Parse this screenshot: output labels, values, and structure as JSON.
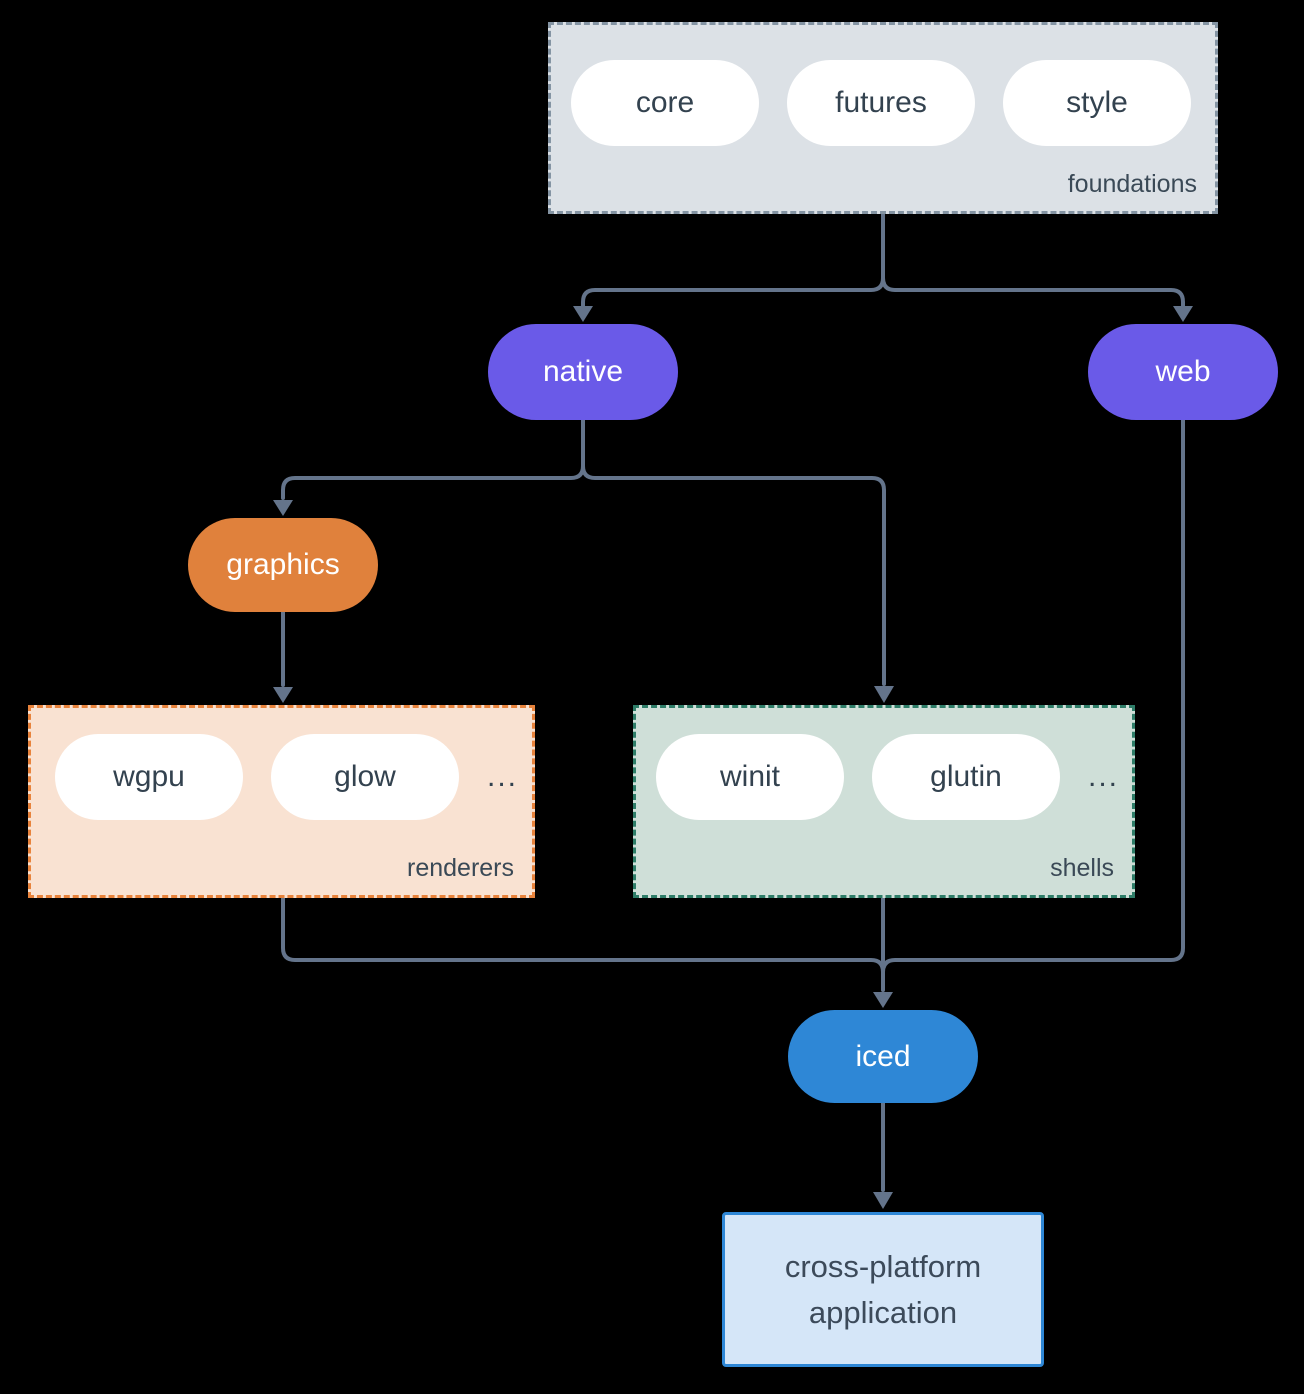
{
  "colors": {
    "background": "#000000",
    "wire": "#64748b",
    "foundations_fill": "#dce1e6",
    "foundations_border": "#8494a3",
    "renderers_fill": "#f9e2d2",
    "renderers_border": "#e8833c",
    "shells_fill": "#cfdfd8",
    "shells_border": "#2e7d68",
    "purple_node": "#6a5ae8",
    "orange_node": "#e0813c",
    "blue_node": "#2e87d6",
    "application_fill": "#d5e6f8",
    "pill_fill": "#ffffff",
    "dark_text": "#33424f"
  },
  "foundations": {
    "label": "foundations",
    "pills": [
      "core",
      "futures",
      "style"
    ]
  },
  "native": {
    "label": "native"
  },
  "web": {
    "label": "web"
  },
  "graphics": {
    "label": "graphics"
  },
  "renderers": {
    "label": "renderers",
    "pills": [
      "wgpu",
      "glow"
    ],
    "more": "..."
  },
  "shells": {
    "label": "shells",
    "pills": [
      "winit",
      "glutin"
    ],
    "more": "..."
  },
  "iced": {
    "label": "iced"
  },
  "application": {
    "line1": "cross-platform",
    "line2": "application"
  }
}
